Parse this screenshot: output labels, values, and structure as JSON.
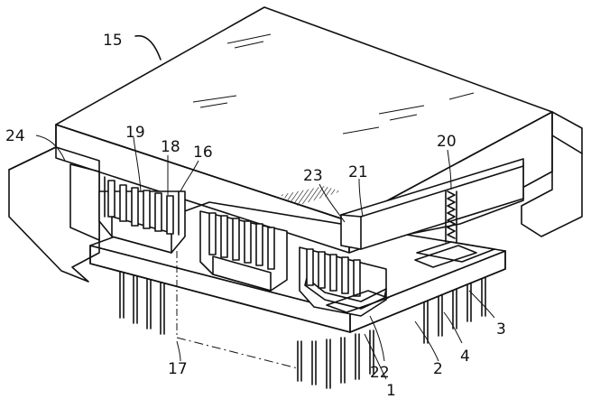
{
  "figure": {
    "background": "#ffffff",
    "ink": "#111111",
    "labels": {
      "l15": "15",
      "l24": "24",
      "l19": "19",
      "l18": "18",
      "l16": "16",
      "l20": "20",
      "l23": "23",
      "l21": "21",
      "l17": "17",
      "l3": "3",
      "l4": "4",
      "l2": "2",
      "l22": "22",
      "l1": "1"
    }
  }
}
